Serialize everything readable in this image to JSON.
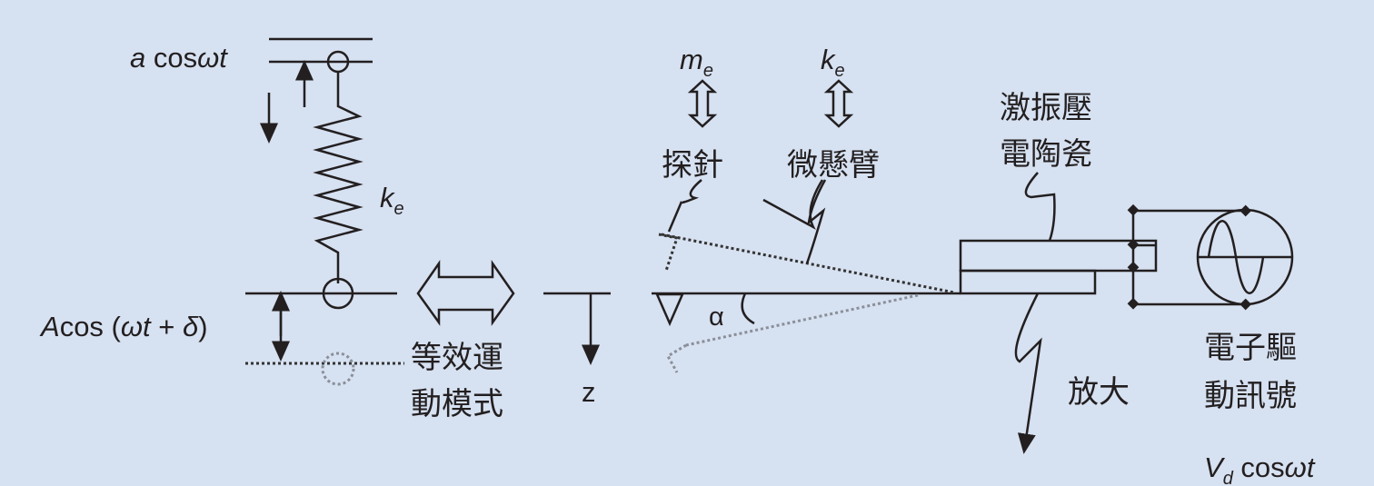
{
  "labels": {
    "drive_top": {
      "a": "a",
      "cos": " cos",
      "omega_t": "ωt"
    },
    "spring_k": {
      "k": "k",
      "e": "e"
    },
    "response": {
      "A": "A",
      "cos": "cos (",
      "omega_t": "ωt",
      "plus": " + ",
      "delta": "δ",
      "close": ")"
    },
    "equivalent_line1": "等效運",
    "equivalent_line2": "動模式",
    "z": "z",
    "alpha": "α",
    "me": {
      "m": "m",
      "e": "e"
    },
    "ke": {
      "k": "k",
      "e": "e"
    },
    "probe": "探針",
    "cantilever": "微懸臂",
    "piezo_line1": "激振壓",
    "piezo_line2": "電陶瓷",
    "amplify": "放大",
    "drive_signal_line1": "電子驅",
    "drive_signal_line2": "動訊號",
    "vd": {
      "V": "V",
      "d": "d",
      "cos": " cos",
      "omega_t": "ωt"
    }
  },
  "colors": {
    "background": "#d6e1f1",
    "ink": "#231f20",
    "ghost": "#8a8f99"
  }
}
